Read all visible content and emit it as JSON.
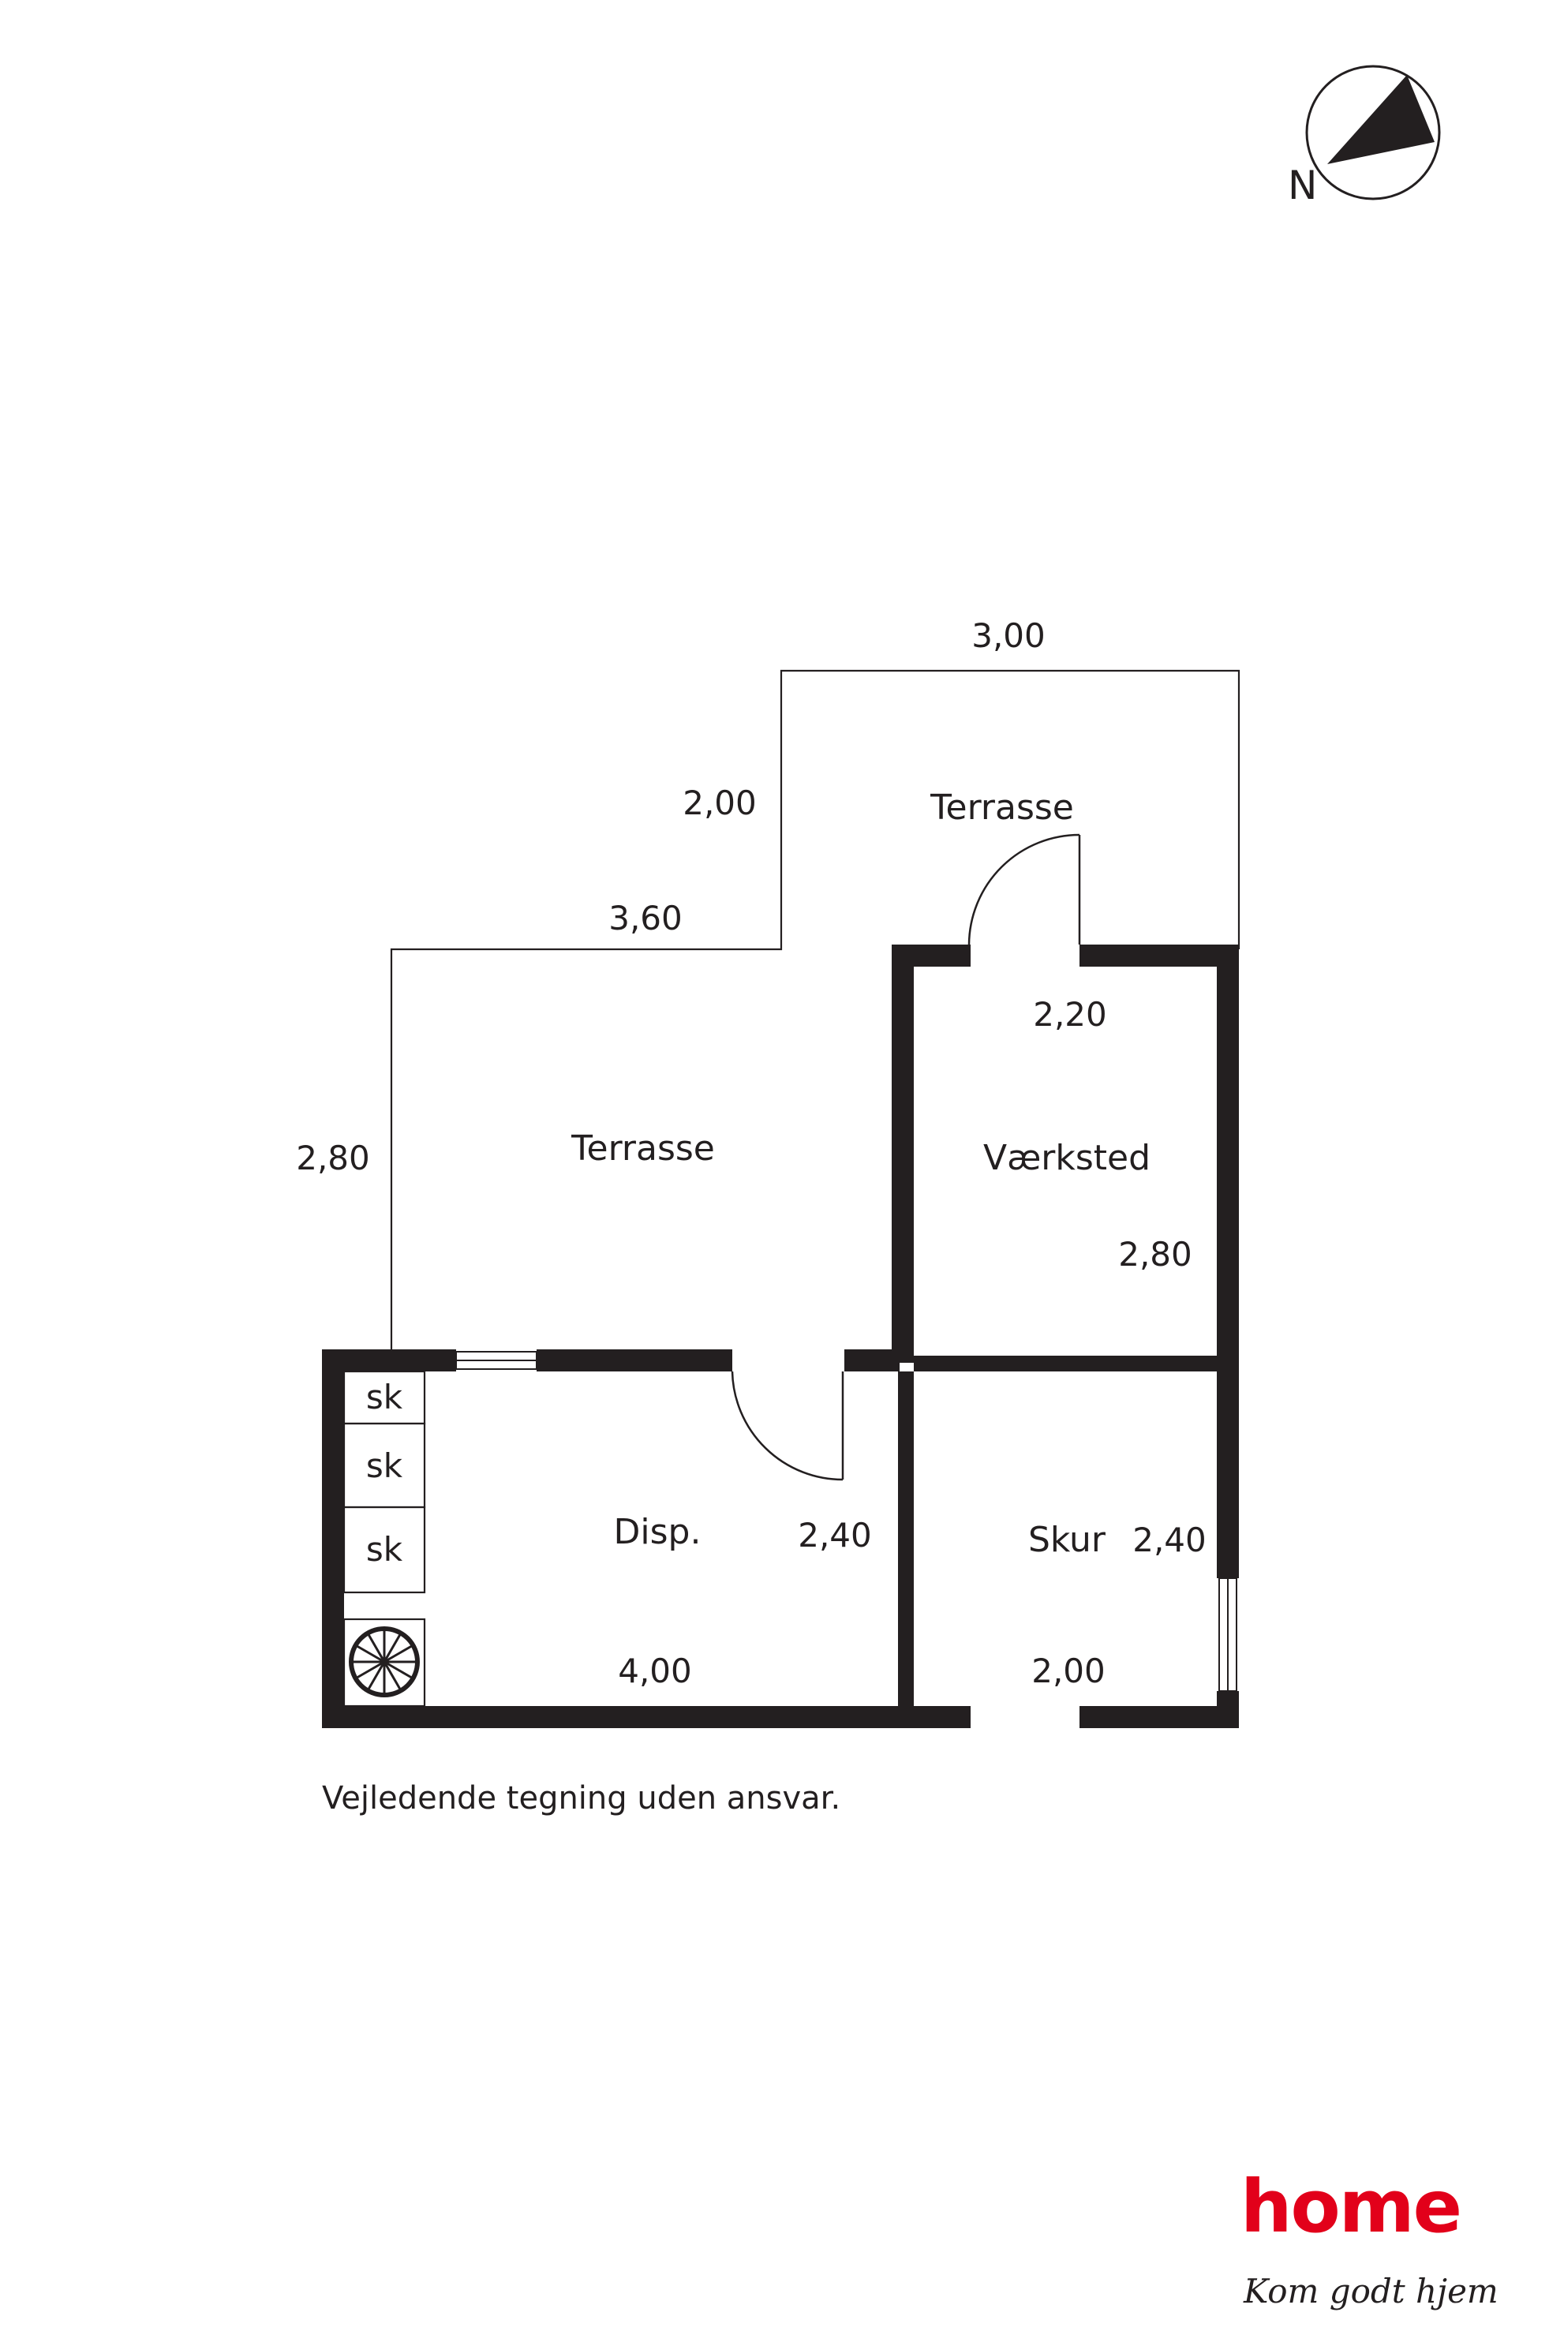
{
  "compass": {
    "north_label": "N"
  },
  "rooms": {
    "terrasse_top": "Terrasse",
    "terrasse_main": "Terrasse",
    "vaerksted": "Værksted",
    "disp": "Disp.",
    "skur": "Skur"
  },
  "dimensions": {
    "top_width": "3,00",
    "top_height": "2,00",
    "main_terrace_width": "3,60",
    "main_terrace_height": "2,80",
    "vaerksted_width": "2,20",
    "vaerksted_height": "2,80",
    "disp_height": "2,40",
    "disp_width": "4,00",
    "skur_height": "2,40",
    "skur_width": "2,00"
  },
  "cabinets": [
    "sk",
    "sk",
    "sk"
  ],
  "disclaimer": "Vejledende tegning uden ansvar.",
  "logo": {
    "brand": "home",
    "tagline": "Kom godt hjem"
  },
  "colors": {
    "ink": "#231f20",
    "brand_red": "#e2001a"
  }
}
